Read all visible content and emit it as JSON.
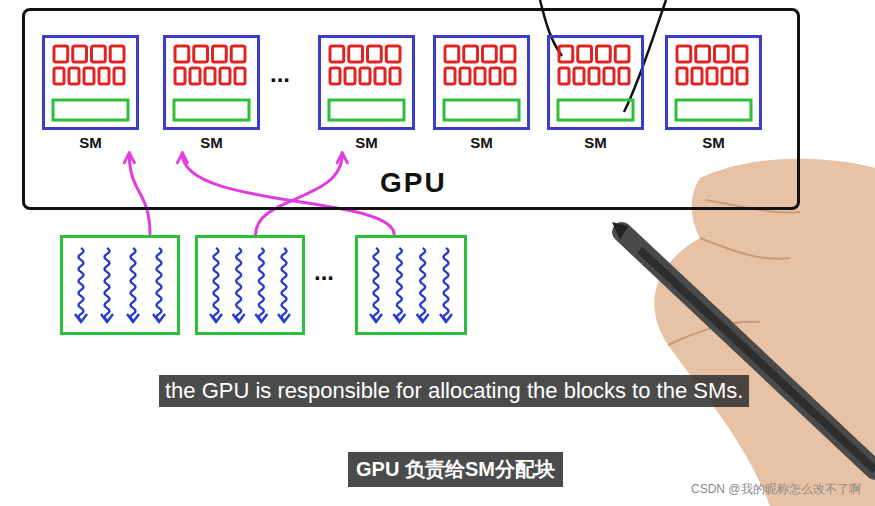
{
  "diagram": {
    "nodes": [
      {
        "text": [
          "GPU"
        ]
      },
      {
        "text": [
          "SM"
        ],
        "in": 0
      },
      {
        "text": [
          "SM"
        ],
        "in": 0
      },
      {
        "text": [
          "SM"
        ],
        "in": 0
      },
      {
        "text": [
          "SM"
        ],
        "in": 0
      },
      {
        "text": [
          "SM"
        ],
        "in": 0
      },
      {
        "text": [
          "SM"
        ],
        "in": 0
      },
      {
        "text": []
      },
      {
        "text": []
      },
      {
        "text": []
      }
    ],
    "edges": [
      {
        "from": 7,
        "to": 1,
        "arrow": "to"
      },
      {
        "from": 9,
        "to": 2,
        "arrow": "to"
      },
      {
        "from": 8,
        "to": 3,
        "arrow": "to"
      }
    ],
    "labels": [
      "...",
      "...",
      "the GPU is responsible for allocating the blocks to the SMs.",
      "GPU 负责给SM分配块",
      "CSDN @我的昵称怎么改不了啊"
    ]
  }
}
